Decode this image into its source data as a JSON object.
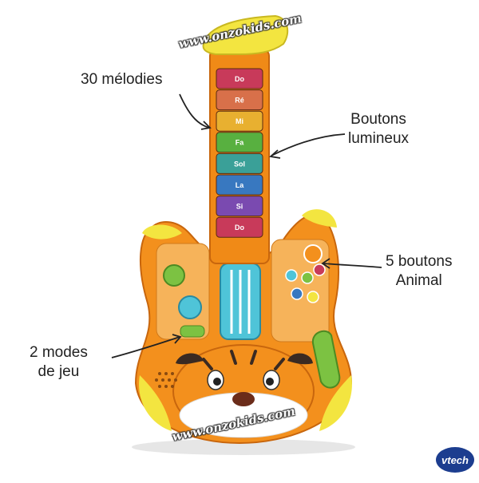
{
  "callouts": {
    "melodies": "30 mélodies",
    "lumineux_line1": "Boutons",
    "lumineux_line2": "lumineux",
    "animal_line1": "5 boutons",
    "animal_line2": "Animal",
    "modes_line1": "2 modes",
    "modes_line2": "de jeu"
  },
  "watermark": "www.onzokids.com",
  "brand_logo": "vtech",
  "keys": [
    "Do",
    "Ré",
    "Mi",
    "Fa",
    "Sol",
    "La",
    "Si",
    "Do"
  ],
  "key_colors": [
    "#c83a5a",
    "#d8704a",
    "#e8b030",
    "#58b040",
    "#3aa098",
    "#3878c0",
    "#7a4ab0",
    "#c83a5a"
  ],
  "colors": {
    "body_orange": "#f3901d",
    "neck_orange": "#f08a17",
    "yellow": "#f3e540",
    "strings_blue": "#4fc4d8",
    "green_button": "#7cc242",
    "logo_blue": "#1c3d8f"
  }
}
